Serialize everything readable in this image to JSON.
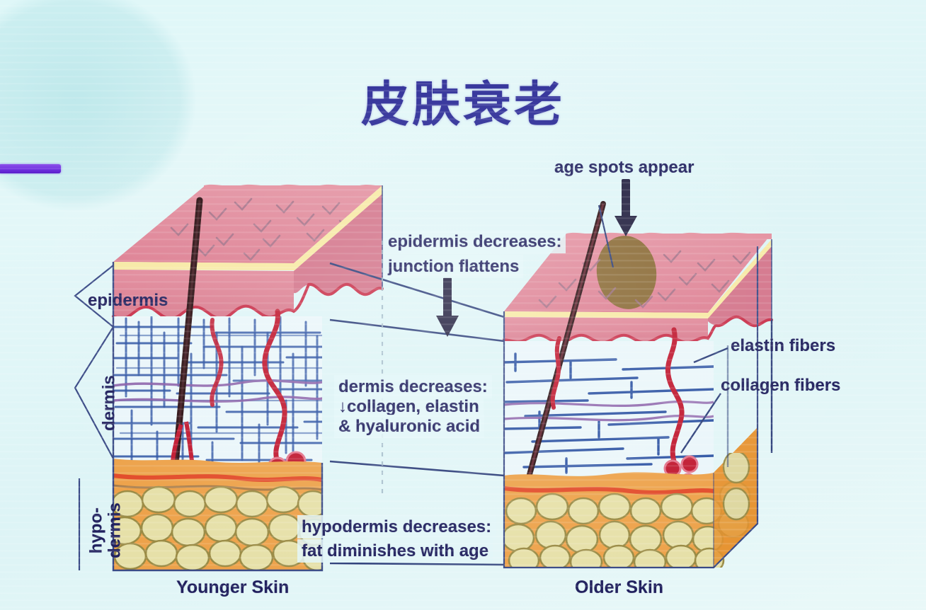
{
  "slide": {
    "title": "皮肤衰老",
    "title_color": "#2a2a96",
    "background_color": "#dff5f6"
  },
  "labels": {
    "epidermis": "epidermis",
    "dermis": "dermis",
    "hypodermis_line1": "hypo-",
    "hypodermis_line2": "dermis",
    "younger_skin": "Younger Skin",
    "older_skin": "Older Skin",
    "age_spots": "age spots appear",
    "elastin_fibers": "elastin fibers",
    "collagen_fibers": "collagen fibers"
  },
  "callouts": {
    "epidermis_line1": "epidermis decreases:",
    "epidermis_line2": "junction flattens",
    "dermis_line1": "dermis decreases:",
    "dermis_line2": "↓collagen, elastin",
    "dermis_line3": "& hyaluronic acid",
    "hypodermis_line1": "hypodermis decreases:",
    "hypodermis_line2": "fat diminishes with age"
  },
  "colors": {
    "epidermis_pink": "#e08295",
    "epidermis_top_pink": "#e4909f",
    "junction_yellow": "#f7e9a4",
    "junction_red": "#c9304a",
    "dermis_bg": "#e9f6fa",
    "fiber_blue": "#2f55a4",
    "fiber_purple": "#8a5fa8",
    "hypodermis_orange": "#eda council",
    "hypodermis_orange_hex": "#eda košice",
    "fat_cell": "#e6e0a8",
    "fat_outline": "#9a8b45",
    "vessel_red": "#c0182f",
    "hair_dark": "#2b0f12",
    "age_spot_brown": "#8a6a35",
    "text_navy": "#21215e",
    "accent_purple": "#6f2fe0"
  },
  "diagram": {
    "type": "anatomical-cross-section",
    "panels": [
      {
        "name": "younger-skin",
        "layers": [
          "epidermis",
          "dermis",
          "hypodermis"
        ],
        "features": [
          "hair-follicle",
          "blood-vessel",
          "dense-collagen-mesh",
          "fat-lobules"
        ]
      },
      {
        "name": "older-skin",
        "layers": [
          "epidermis",
          "dermis",
          "hypodermis"
        ],
        "features": [
          "age-spot",
          "hair-follicle",
          "blood-vessel",
          "sparse-flat-fibers",
          "fat-lobules"
        ]
      }
    ]
  }
}
